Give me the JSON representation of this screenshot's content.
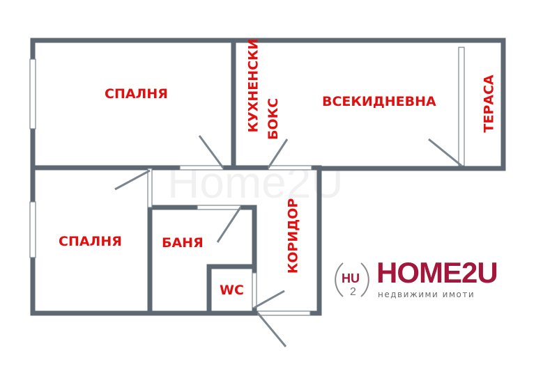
{
  "rooms": {
    "bedroom_1": "СПАЛНЯ",
    "kitchen_line1": "КУХНЕНСКИ",
    "kitchen_line2": "БОКС",
    "living_room": "ВСЕКИДНЕВНА",
    "terrace": "ТЕРАСА",
    "bedroom_2": "СПАЛНЯ",
    "bathroom": "БАНЯ",
    "corridor": "КОРИДОР",
    "wc": "WC"
  },
  "logo": {
    "brand_main": "HOME",
    "brand_suffix": "2U",
    "tagline": "недвижими имоти",
    "mark": "HU2"
  },
  "colors": {
    "wall": "#5d6872",
    "label": "#e01010",
    "brand": "#a3173a"
  }
}
